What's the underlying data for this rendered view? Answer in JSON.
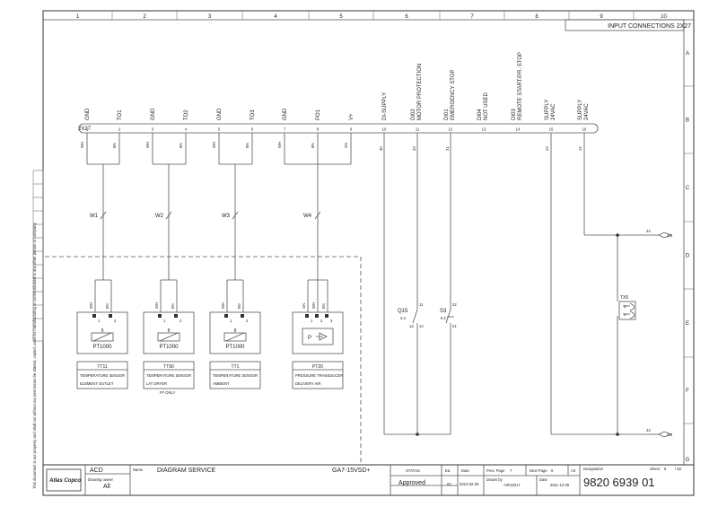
{
  "header": {
    "cols": [
      "1",
      "2",
      "3",
      "4",
      "5",
      "6",
      "7",
      "8",
      "9",
      "10"
    ],
    "rows": [
      "A",
      "B",
      "C",
      "D",
      "E",
      "F",
      "G"
    ],
    "sheet_title": "INPUT CONNECTIONS 2X27"
  },
  "connector": {
    "name": "2X27",
    "signals": [
      "GND",
      "TO1",
      "GND",
      "TO2",
      "GND",
      "TO3",
      "GND",
      "PO1",
      "V+",
      "DI-SUPPLY",
      "DI02 MOTOR PROTECTION",
      "DI01 EMERGENCY STOP",
      "DI04 NOT USED",
      "DI03 REMOTE START/PR. STOP",
      "SUPPLY 24VAC",
      "SUPPLY 24VAC"
    ],
    "pins": [
      "1",
      "2",
      "3",
      "4",
      "5",
      "6",
      "7",
      "8",
      "9",
      "10",
      "11",
      "12",
      "13",
      "14",
      "15",
      "16"
    ],
    "wires": [
      "30",
      "33",
      "31",
      "43",
      "44"
    ]
  },
  "harness": {
    "colors": [
      "WH",
      "BN",
      "WH",
      "BN",
      "WH",
      "BN",
      "WH",
      "BN",
      "GN"
    ],
    "cables": [
      "W1",
      "W2",
      "W3",
      "W4"
    ]
  },
  "sensors": [
    {
      "id": "TT11",
      "symbol": "θ",
      "part": "PT1000",
      "line1": "TEMPERATURE SENSOR",
      "line2": "ELEMENT OUTLET",
      "pins": [
        "WH",
        "BN"
      ],
      "terms": [
        "1",
        "2"
      ]
    },
    {
      "id": "TT90",
      "symbol": "θ",
      "part": "PT1000",
      "line1": "TEMPERATURE SENSOR",
      "line2": "LAT DRYER",
      "note": "FF ONLY",
      "pins": [
        "WH",
        "BN"
      ],
      "terms": [
        "1",
        "2"
      ]
    },
    {
      "id": "TT1",
      "symbol": "θ",
      "part": "PT1000",
      "line1": "TEMPERATURE SENSOR",
      "line2": "AMBIENT",
      "pins": [
        "WH",
        "BN"
      ],
      "terms": [
        "1",
        "2"
      ]
    },
    {
      "id": "PT20",
      "symbol": "P",
      "part": "",
      "line1": "PRESSURE TRANSDUCER",
      "line2": "DELIVERY AIR",
      "pins": [
        "GN",
        "WH",
        "BN"
      ],
      "terms": [
        "1",
        "2",
        "3"
      ]
    }
  ],
  "switches": {
    "q15": {
      "tag": "Q15",
      "ref": "3.3",
      "t1": "11",
      "t2": "12",
      "t3": "14"
    },
    "s3": {
      "tag": "S3",
      "ref": "5.2",
      "t1": "22",
      "t2": "21"
    }
  },
  "tx": {
    "tag": "TX5",
    "t1": "2",
    "t2": "1",
    "wire1": "44",
    "wire2": "43",
    "ref": "4.5"
  },
  "title_block": {
    "logo": "Atlas Copco",
    "dept": "ACD",
    "owner_label": "Drawing owner",
    "owner": "All",
    "name_label": "Name",
    "name": "DIAGRAM SERVICE",
    "model": "GA7-15VSD+",
    "status_label": "STATUS",
    "status": "Approved",
    "ed_label": "Ed.",
    "ed": "02",
    "date_label": "Date",
    "date": "2013-02-25",
    "prev_label": "Prev. Page",
    "prev": "7",
    "next_label": "Next Page",
    "next": "9",
    "format": "A3",
    "drawn_label": "Drawn by",
    "drawn": "AIR13017",
    "date2_label": "Date",
    "date2": "2011-12-09",
    "desig_label": "Designation",
    "desig": "9820 6939 01",
    "sheet_label": "Sheet",
    "sheet": "8",
    "sheets": "/ 52"
  },
  "margin_note": "This document is our property and shall not without our permission be altered, copied, used for manufacturing or communicated to any other person or company."
}
